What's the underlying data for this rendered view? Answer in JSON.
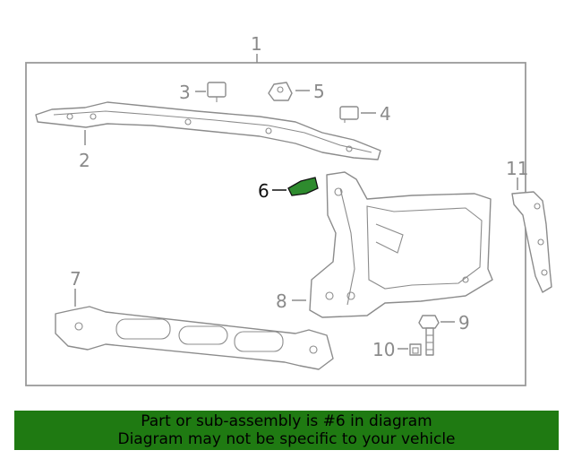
{
  "diagram": {
    "callouts": [
      {
        "num": "1"
      },
      {
        "num": "2"
      },
      {
        "num": "3"
      },
      {
        "num": "4"
      },
      {
        "num": "5"
      },
      {
        "num": "6"
      },
      {
        "num": "7"
      },
      {
        "num": "8"
      },
      {
        "num": "9"
      },
      {
        "num": "10"
      },
      {
        "num": "11"
      }
    ],
    "highlighted_part": "6",
    "highlight_color": "#2e8b2e"
  },
  "banner": {
    "line1": "Part or sub-assembly is #6 in diagram",
    "line2": "Diagram may not be specific to your vehicle",
    "background": "#1f7a12"
  }
}
